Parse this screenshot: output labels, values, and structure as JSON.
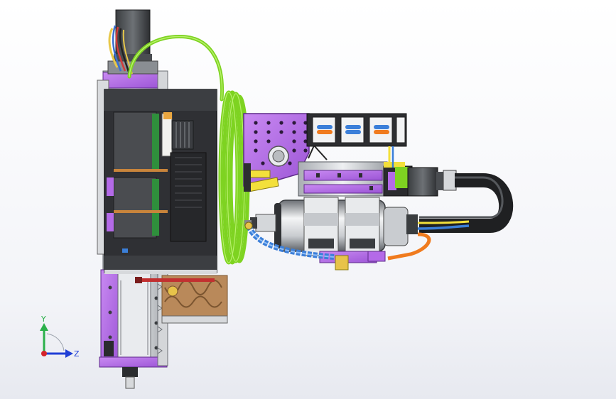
{
  "view": {
    "type": "cad-3d-viewport",
    "background_top": "#ffffff",
    "background_bottom": "#e7e9f0"
  },
  "triad": {
    "y_label": "Y",
    "z_label": "Z",
    "y_color": "#2ab04a",
    "z_color": "#1f3fd6",
    "x_color": "#d4232b"
  },
  "palette": {
    "plate_purple": "#b46ae8",
    "plate_purple_dark": "#7e3bb5",
    "frame_dark": "#2f2f33",
    "aluminum": "#cfd2d6",
    "green_cable": "#7ed321",
    "wood": "#b9895a",
    "spindle_silver": "#d8dbde",
    "coolant_blue": "#3b7fd9",
    "orange_cable": "#f07b1e",
    "yellow_part": "#f3e03b"
  }
}
